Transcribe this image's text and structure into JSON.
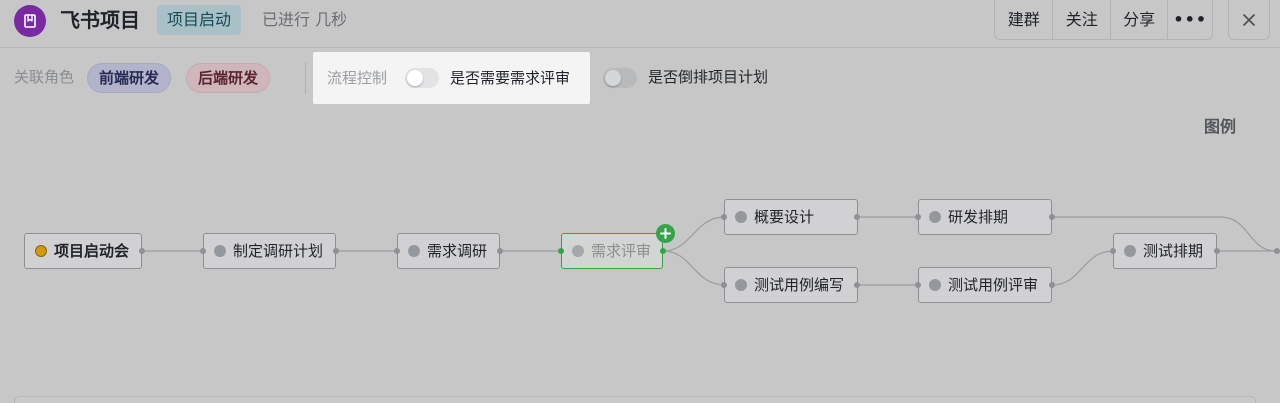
{
  "header": {
    "app_icon": "bookmark-icon",
    "title": "飞书项目",
    "stage": "项目启动",
    "elapsed": "已进行 几秒",
    "actions": {
      "group": "建群",
      "follow": "关注",
      "share": "分享",
      "more": "•••"
    },
    "close_icon": "close-icon"
  },
  "roles": {
    "label": "关联角色",
    "items": [
      "前端研发",
      "后端研发"
    ]
  },
  "flow_control": {
    "label": "流程控制",
    "toggles": [
      {
        "label": "是否需要需求评审",
        "on": false
      },
      {
        "label": "是否倒排项目计划",
        "on": false
      }
    ]
  },
  "legend": "图例",
  "flow": {
    "nodes": {
      "kickoff": "项目启动会",
      "research_plan": "制定调研计划",
      "req_research": "需求调研",
      "req_review": "需求评审",
      "outline_design": "概要设计",
      "dev_schedule": "研发排期",
      "test_case_write": "测试用例编写",
      "test_case_review": "测试用例评审",
      "test_schedule": "测试排期"
    }
  },
  "colors": {
    "brand": "#7a2aa0",
    "stage_tag": "#a9c1c6",
    "active_node": "#36a34a",
    "start_dot": "#cf9a0c"
  }
}
